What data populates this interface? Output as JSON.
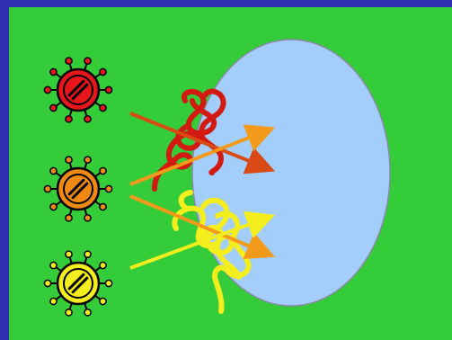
{
  "colors": {
    "frame": "#2d2fb0",
    "panel": "#35cc3a",
    "cell": "#a3cdfa",
    "cell_outline": "#8a8aa8",
    "red": "#e8151a",
    "orange": "#f18a12",
    "yellow": "#f4ef1c",
    "ring_stroke": "#000000"
  },
  "viruses": [
    {
      "name": "red-virus",
      "color": "#e8151a"
    },
    {
      "name": "orange-virus",
      "color": "#f18a12"
    },
    {
      "name": "yellow-virus",
      "color": "#f4ef1c"
    }
  ],
  "arrows": [
    {
      "name": "red-arrow",
      "color": "#d94a14"
    },
    {
      "name": "orange-arrow",
      "color": "#f39a1a"
    },
    {
      "name": "orange-arrow-lower",
      "color": "#f39a1a"
    },
    {
      "name": "yellow-arrow",
      "color": "#f4ef1c"
    }
  ],
  "proteins": [
    {
      "name": "red-protein-coil",
      "color": "#d21a12"
    },
    {
      "name": "yellow-protein-coil",
      "color": "#f4ef1c"
    }
  ]
}
